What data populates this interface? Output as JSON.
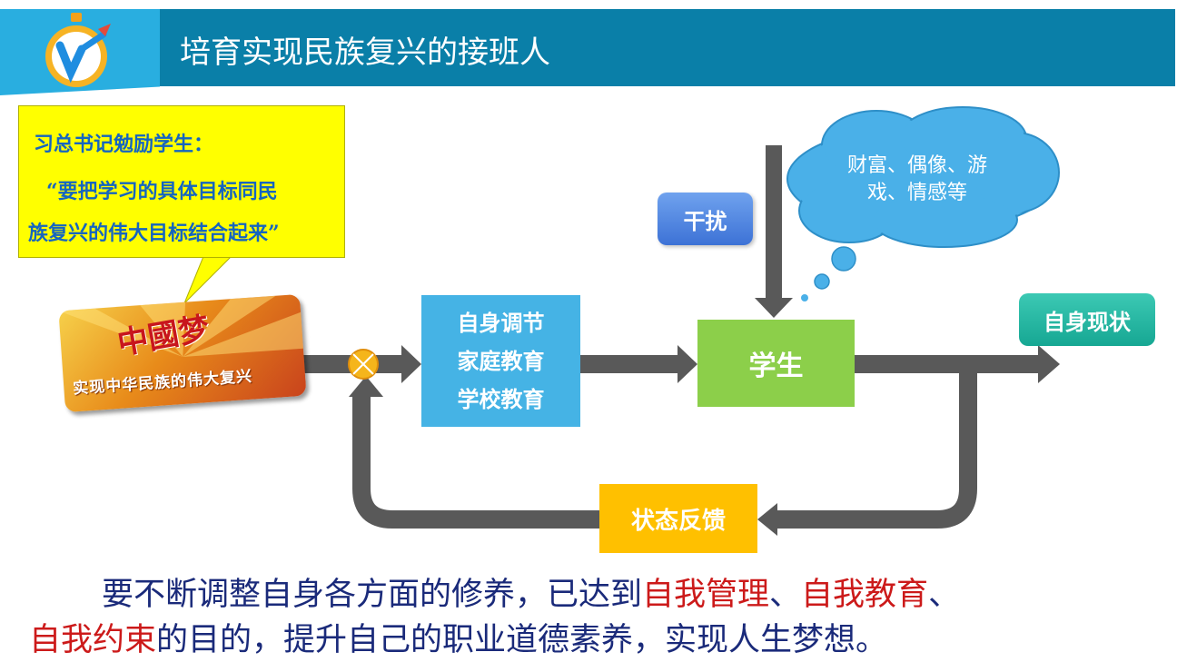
{
  "header": {
    "title": "培育实现民族复兴的接班人"
  },
  "quote": {
    "line1": "习总书记勉励学生：",
    "line2": "“要把学习的具体目标同民",
    "line3": "族复兴的伟大目标结合起来”"
  },
  "dream_card": {
    "title": "中國梦",
    "subtitle": "实现中华民族的伟大复兴"
  },
  "boxes": {
    "self": [
      "自身调节",
      "家庭教育",
      "学校教育"
    ],
    "student": "学生",
    "status": "自身现状",
    "interfere": "干扰",
    "feedback": "状态反馈"
  },
  "cloud": {
    "line1": "财富、偶像、游",
    "line2": "戏、情感等"
  },
  "bottom": {
    "p1": "要不断调整自身各方面的修养，已达到",
    "h1": "自我管理",
    "sep1": "、",
    "h2": "自我教育",
    "sep2": "、",
    "h3": "自我约束",
    "p2": "的目的，提升自己的职业道德素养，实现人生梦想。"
  },
  "colors": {
    "header": "#0a7fa8",
    "arrow": "#595959",
    "self_box": "#45b3e5",
    "student_box": "#8ccf4a",
    "status_box": "#16a793",
    "interfere_box": "#3d72d6",
    "feedback_box": "#ffc000",
    "cloud": "#4ab0e8",
    "quote_bg": "#ffff00",
    "highlight": "#cc1a1a"
  }
}
